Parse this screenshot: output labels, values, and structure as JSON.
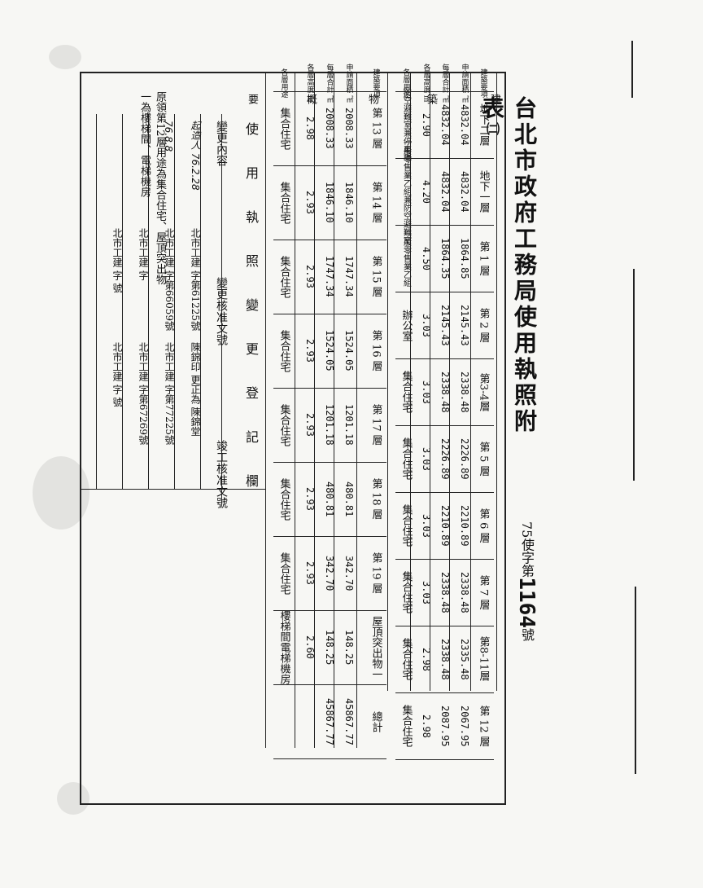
{
  "title": "台北市政府工務局使用執照附表",
  "title_mark": "㈡",
  "permit": {
    "year": "75",
    "prefix": "使字第",
    "number": "1164",
    "suffix": "號"
  },
  "side_labels": [
    "建",
    "築",
    "物",
    "概",
    "要"
  ],
  "row_headers": [
    "建築要項",
    "申請面積 ㎡",
    "每層合計 ㎡",
    "各層高度 m",
    "各層用途",
    "建築要項",
    "申請面積 ㎡",
    "每層合計 ㎡",
    "各層高度 m",
    "各層用途"
  ],
  "upper": {
    "floors": [
      "地下二層",
      "地下一層",
      "第 1 層",
      "第 2 層",
      "第3-4層",
      "第 5 層",
      "第 6 層",
      "第 7 層",
      "第8-11層",
      "第 12 層"
    ],
    "area": [
      "4832.04",
      "4832.04",
      "1864.85",
      "2145.43",
      "2338.48",
      "2226.89",
      "2210.89",
      "2338.48",
      "2335.48",
      "2067.95"
    ],
    "total": [
      "4832.04",
      "4832.04",
      "1864.35",
      "2145.43",
      "2338.48",
      "2226.89",
      "2210.89",
      "2338.48",
      "2338.48",
      "2087.95"
    ],
    "height": [
      "2.90",
      "4.20",
      "4.50",
      "3.03",
      "3.03",
      "3.03",
      "3.03",
      "3.03",
      "2.98",
      "2.98"
    ],
    "use": [
      "防空避難室兼停車場",
      "一般零售業乙組兼防空避難室",
      "一般零售業乙組",
      "辦公室",
      "集合住宅",
      "集合住宅",
      "集合住宅",
      "集合住宅",
      "集合住宅",
      "集合住宅"
    ]
  },
  "lower": {
    "floors": [
      "第 13 層",
      "第 14 層",
      "第 15 層",
      "第 16 層",
      "第 17 層",
      "第 18 層",
      "第 19 層",
      "屋頂突出物一",
      "總計"
    ],
    "area": [
      "2008.33",
      "1846.10",
      "1747.34",
      "1524.05",
      "1201.18",
      "480.81",
      "342.70",
      "148.25",
      "45867.77"
    ],
    "total": [
      "2008.33",
      "1846.10",
      "1747.34",
      "1524.05",
      "1201.18",
      "480.81",
      "342.70",
      "148.25",
      "45867.77"
    ],
    "height": [
      "2.98",
      "2.93",
      "2.93",
      "2.93",
      "2.93",
      "2.93",
      "2.93",
      "2.60",
      ""
    ],
    "use": [
      "集合住宅",
      "集合住宅",
      "集合住宅",
      "集合住宅",
      "集合住宅",
      "集合住宅",
      "集合住宅",
      "樓梯間電梯機房",
      ""
    ]
  },
  "record_header": [
    "使",
    "用",
    "執",
    "照",
    "變",
    "更",
    "登",
    "記",
    "欄"
  ],
  "record_cols": [
    "變更內容",
    "變更核准文號",
    "竣工核准文號"
  ],
  "records": [
    {
      "content": "起造人 76.2.28",
      "approval": "北市工建 字第61225號",
      "completion": "陳錦印 更正為 陳錦堂"
    },
    {
      "content": "76.8.8",
      "approval": "北市工建 字第66059號",
      "completion": "北市工建 字第77225號"
    },
    {
      "content": "",
      "approval": "北市工建 字",
      "completion": "北市工建 字第67269號"
    },
    {
      "content": "",
      "approval": "北市工建 字 號",
      "completion": "北市工建 字 號"
    }
  ],
  "margin_note": "原領第12層用途為集合住宅、屋頂突出物一為樓梯間、電梯機房"
}
